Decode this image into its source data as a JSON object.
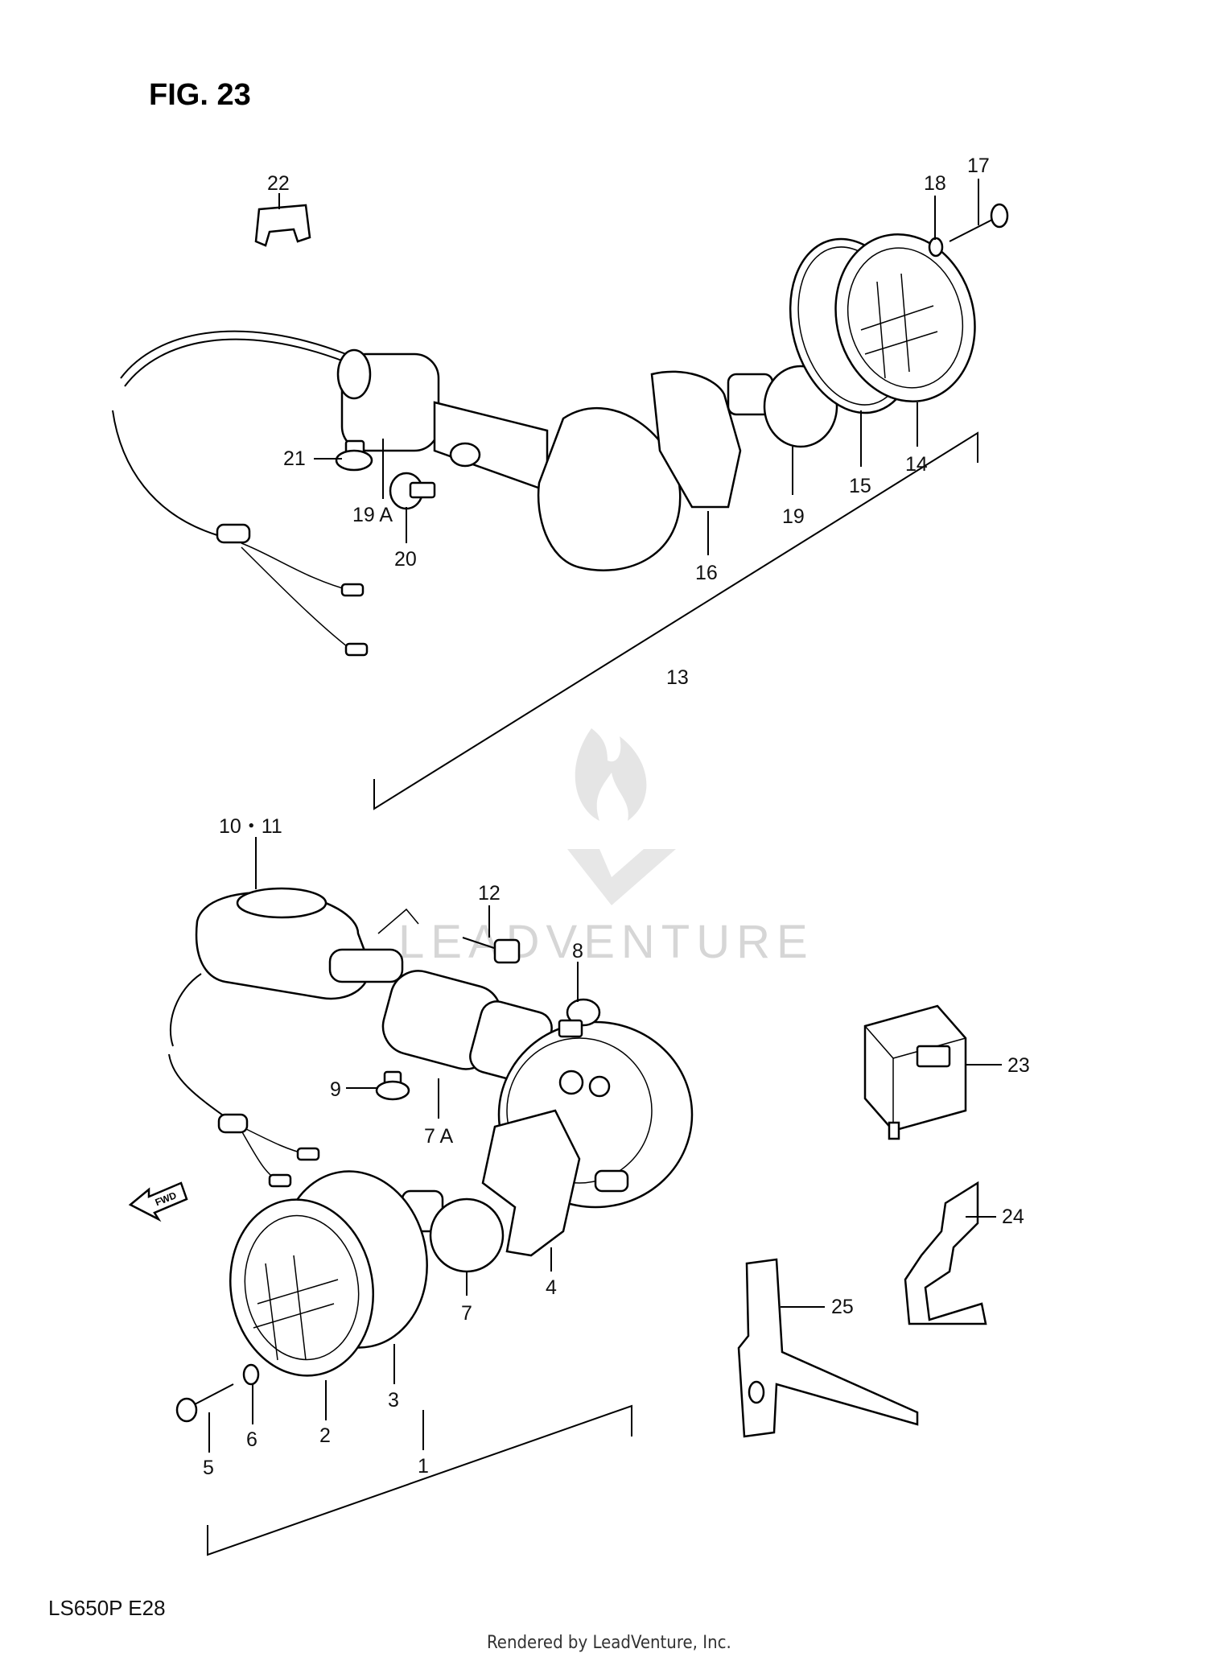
{
  "diagram": {
    "figure_title": "FIG. 23",
    "model_code": "LS650P  E28",
    "footer": "Rendered by LeadVenture, Inc.",
    "watermark": "LEADVENTURE",
    "direction_arrow": "FWD",
    "callouts": [
      {
        "id": "c1",
        "text": "1"
      },
      {
        "id": "c2",
        "text": "2"
      },
      {
        "id": "c3",
        "text": "3"
      },
      {
        "id": "c4",
        "text": "4"
      },
      {
        "id": "c5",
        "text": "5"
      },
      {
        "id": "c6",
        "text": "6"
      },
      {
        "id": "c7",
        "text": "7"
      },
      {
        "id": "c7a",
        "text": "7 A"
      },
      {
        "id": "c8",
        "text": "8"
      },
      {
        "id": "c9",
        "text": "9"
      },
      {
        "id": "c10_11",
        "text": "10・11"
      },
      {
        "id": "c12",
        "text": "12"
      },
      {
        "id": "c13",
        "text": "13"
      },
      {
        "id": "c14",
        "text": "14"
      },
      {
        "id": "c15",
        "text": "15"
      },
      {
        "id": "c16",
        "text": "16"
      },
      {
        "id": "c17",
        "text": "17"
      },
      {
        "id": "c18",
        "text": "18"
      },
      {
        "id": "c19",
        "text": "19"
      },
      {
        "id": "c19a",
        "text": "19 A"
      },
      {
        "id": "c20",
        "text": "20"
      },
      {
        "id": "c21",
        "text": "21"
      },
      {
        "id": "c22",
        "text": "22"
      },
      {
        "id": "c23",
        "text": "23"
      },
      {
        "id": "c24",
        "text": "24"
      },
      {
        "id": "c25",
        "text": "25"
      }
    ]
  }
}
